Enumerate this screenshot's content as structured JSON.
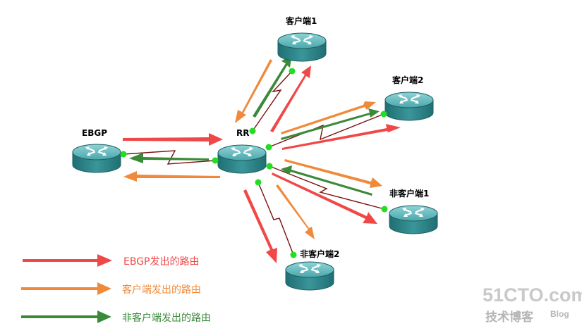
{
  "routers": {
    "rr": "RR",
    "ebgp": "EBGP",
    "client1": "客户端1",
    "client2": "客户端2",
    "nonclient1": "非客户端1",
    "nonclient2": "非客户端2"
  },
  "legend": [
    {
      "label": "EBGP发出的路由",
      "color": "#f04848"
    },
    {
      "label": "客户端发出的路由",
      "color": "#f08a3a"
    },
    {
      "label": "非客户端发出的路由",
      "color": "#3a8a3a"
    }
  ],
  "watermark": {
    "site": "51CTO.com",
    "subtitle": "技术博客",
    "blog": "Blog"
  },
  "colors": {
    "ebgp": "#f04848",
    "client": "#f08a3a",
    "nonclient": "#3a8a3a",
    "link": "#7a1010",
    "port": "#22dd22",
    "router": "#2a8a8e"
  }
}
